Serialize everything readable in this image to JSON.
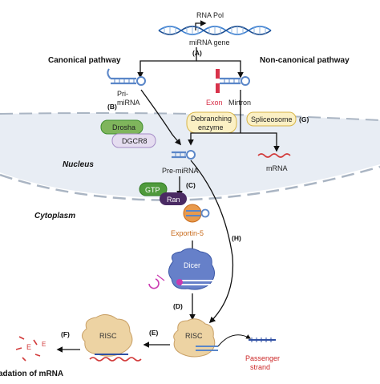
{
  "labels": {
    "rna_pol": "RNA Pol",
    "mirna_gene": "miRNA gene",
    "canonical": "Canonical pathway",
    "non_canonical": "Non-canonical pathway",
    "pri_mirna_1": "Pri-",
    "pri_mirna_2": "miRNA",
    "exon": "Exon",
    "mirtron": "Mirtron",
    "drosha": "Drosha",
    "dgcr8": "DGCR8",
    "debranching_1": "Debranching",
    "debranching_2": "enzyme",
    "spliceosome": "Spliceosome",
    "nucleus": "Nucleus",
    "pre_mirna": "Pre-miRNA",
    "mrna": "mRNA",
    "gtp": "GTP",
    "ran": "Ran",
    "cytoplasm": "Cytoplasm",
    "exportin": "Exportin-5",
    "dicer": "Dicer",
    "risc_1": "RISC",
    "risc_2": "RISC",
    "passenger_1": "Passenger",
    "passenger_2": "strand",
    "degradation": "adation of mRNA",
    "e_glyph_1": "E",
    "e_glyph_2": "E"
  },
  "steps": {
    "a": "(A)",
    "b": "(B)",
    "c": "(C)",
    "d": "(D)",
    "e": "(E)",
    "f": "(F)",
    "g": "(G)",
    "h": "(H)"
  },
  "colors": {
    "nucleus_fill": "#e8edf4",
    "membrane_dash": "#aab5c3",
    "dna_blue": "#3c7fd0",
    "rna_blue": "#5a86c8",
    "exon_red": "#d8324a",
    "protein_green": "#7fb55c",
    "protein_green_dark": "#3f8f2d",
    "pill_purple_fill": "#e5ddf0",
    "pill_purple_stroke": "#a58cc6",
    "pill_yellow_fill": "#fbf0c4",
    "pill_yellow_stroke": "#d7b548",
    "ran_purple": "#4a2a63",
    "exportin_orange": "#e89a4d",
    "exportin_text": "#c86a1a",
    "dicer_blue": "#6680c9",
    "risc_tan": "#edd3a3",
    "mrna_red": "#d23b3b",
    "passenger_text": "#cc2a2a",
    "small_rna_magenta": "#c93ab0"
  }
}
